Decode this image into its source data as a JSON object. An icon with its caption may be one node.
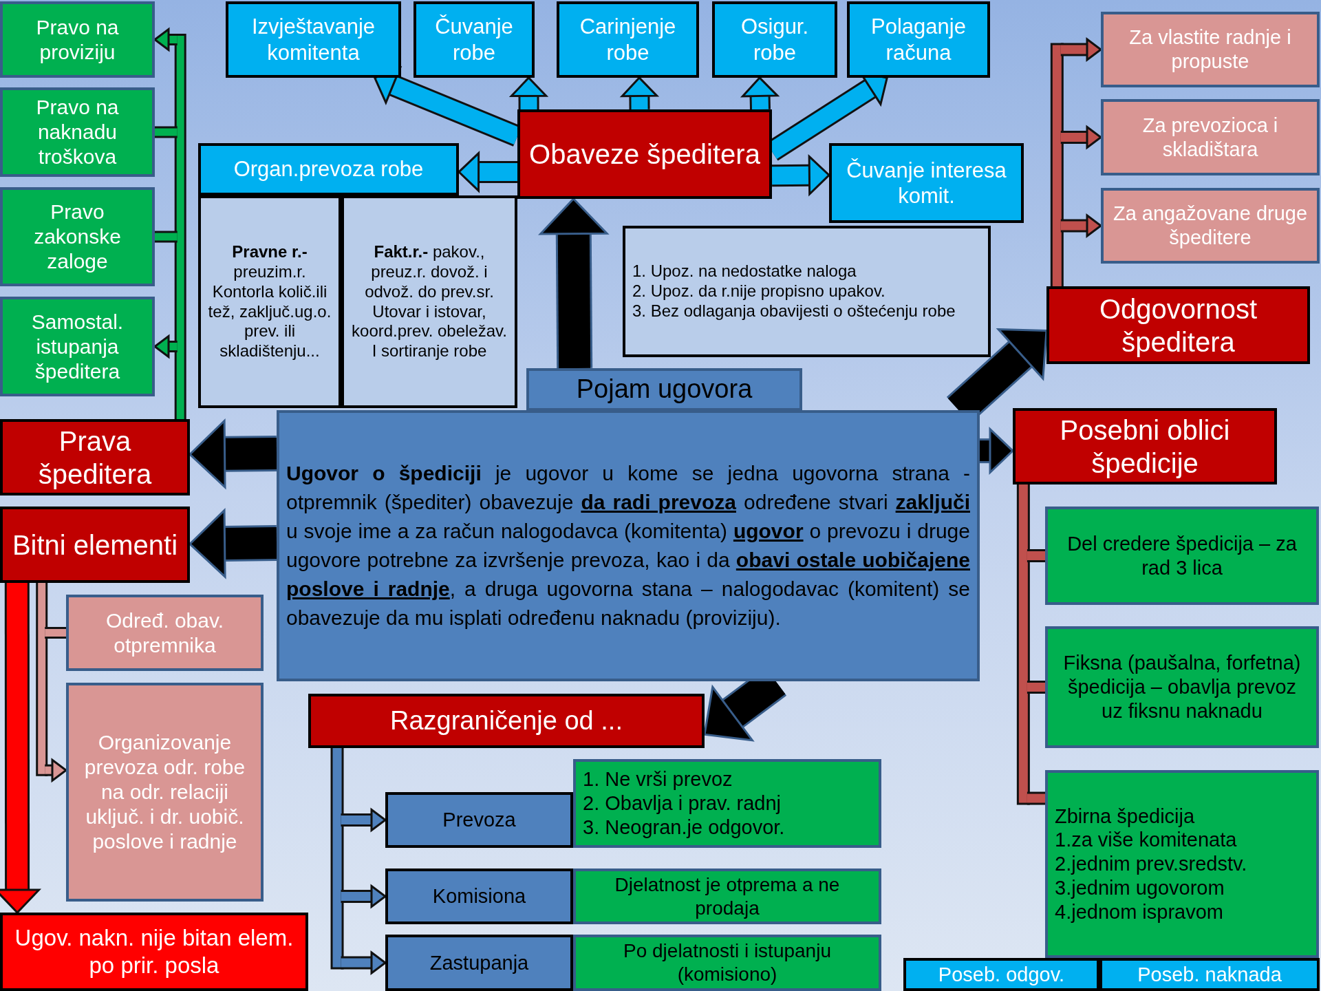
{
  "diagram": {
    "nodes": [
      {
        "text": [
          "Pojam ugovora"
        ]
      },
      {
        "text": [
          "**Ugovor o špediciji** je ugovor u kome se jedna ugovorna strana - otpremnik (špediter) obavezuje **da radi prevoza** određene stvari **zaključi** u svoje ime a za račun nalogodavca (komitenta) **ugovor** o prevozu i druge ugovore potrebne za izvršenje prevoza, kao i da **obavi ostale uobičajene poslove i radnje**, a druga ugovorna stana – nalogodavac (komitent) se obavezuje da mu isplati određenu naknadu (proviziju)."
        ]
      },
      {
        "text": [
          "Obaveze špeditera"
        ]
      },
      {
        "text": [
          "Izvještavanje komitenta"
        ]
      },
      {
        "text": [
          "Čuvanje robe"
        ]
      },
      {
        "text": [
          "Carinjenje robe"
        ]
      },
      {
        "text": [
          "Osigur. robe"
        ]
      },
      {
        "text": [
          "Polaganje računa"
        ]
      },
      {
        "text": [
          "Organ.prevoza robe"
        ]
      },
      {
        "text": [
          "**Pravne r.-** preuzim.r. Kontorla količ.ili tež, zaključ.ug.o. prev. ili skladištenju..."
        ]
      },
      {
        "text": [
          "**Fakt.r.-** pakov., preuz.r. dovož. i odvož. do prev.sr. Utovar i istovar, koord.prev. obeležav. I sortiranje robe"
        ]
      },
      {
        "text": [
          "Čuvanje interesa komit."
        ]
      },
      {
        "text": [
          "1. Upoz. na nedostatke naloga",
          "2. Upoz. da r.nije propisno upakov.",
          "3. Bez odlaganja obavijesti o oštećenju robe"
        ]
      },
      {
        "text": [
          "Odgovornost špeditera"
        ]
      },
      {
        "text": [
          "Za vlastite radnje i propuste"
        ]
      },
      {
        "text": [
          "Za prevozioca i skladištara"
        ]
      },
      {
        "text": [
          "Za angažovane druge špeditere"
        ]
      },
      {
        "text": [
          "Posebni oblici špedicije"
        ]
      },
      {
        "text": [
          "Del credere špedicija – za rad 3 lica"
        ]
      },
      {
        "text": [
          "Fiksna (paušalna, forfetna) špedicija – obavlja prevoz uz fiksnu naknadu"
        ]
      },
      {
        "text": [
          "Zbirna špedicija",
          "1.za više komitenata",
          "2.jednim prev.sredstv.",
          "3.jednim ugovorom",
          "4.jednom ispravom"
        ]
      },
      {
        "text": [
          "Poseb. odgov."
        ]
      },
      {
        "text": [
          "Poseb. naknada"
        ]
      },
      {
        "text": [
          "Prava špeditera"
        ]
      },
      {
        "text": [
          "Pravo na proviziju"
        ]
      },
      {
        "text": [
          "Pravo na naknadu troškova"
        ]
      },
      {
        "text": [
          "Pravo zakonske zaloge"
        ]
      },
      {
        "text": [
          "Samostal. istupanja špeditera"
        ]
      },
      {
        "text": [
          "Bitni elementi"
        ]
      },
      {
        "text": [
          "Određ. obav. otpremnika"
        ]
      },
      {
        "text": [
          "Organizovanje prevoza odr. robe na odr. relaciji uključ. i dr. uobič. poslove i radnje"
        ]
      },
      {
        "text": [
          "Ugov. nakn. nije bitan elem. po prir. posla"
        ]
      },
      {
        "text": [
          "Razgraničenje od ..."
        ]
      },
      {
        "text": [
          "Prevoza"
        ]
      },
      {
        "text": [
          "1. Ne vrši prevoz",
          "2. Obavlja i prav. radnj",
          "3. Neogran.je odgovor."
        ]
      },
      {
        "text": [
          "Komisiona"
        ]
      },
      {
        "text": [
          "Djelatnost je otprema a ne prodaja"
        ]
      },
      {
        "text": [
          "Zastupanja"
        ]
      },
      {
        "text": [
          "Po djelatnosti i istupanju (komisiono)"
        ]
      }
    ],
    "edges": [
      {
        "from": 1,
        "to": 23,
        "arrow": "to",
        "style": "thick",
        "color": "#000000"
      },
      {
        "from": 1,
        "to": 28,
        "arrow": "to",
        "style": "thick",
        "color": "#000000"
      },
      {
        "from": 0,
        "to": 2,
        "arrow": "to",
        "style": "thick",
        "color": "#000000"
      },
      {
        "from": 1,
        "to": 13,
        "arrow": "to",
        "style": "thick",
        "color": "#000000"
      },
      {
        "from": 1,
        "to": 17,
        "arrow": "to",
        "style": "thick",
        "color": "#000000"
      },
      {
        "from": 1,
        "to": 32,
        "arrow": "to",
        "style": "thick",
        "color": "#000000"
      },
      {
        "from": 2,
        "to": 3,
        "arrow": "to",
        "style": "thick",
        "color": "#00b0f0"
      },
      {
        "from": 2,
        "to": 4,
        "arrow": "to",
        "style": "thick",
        "color": "#00b0f0"
      },
      {
        "from": 2,
        "to": 5,
        "arrow": "to",
        "style": "thick",
        "color": "#00b0f0"
      },
      {
        "from": 2,
        "to": 6,
        "arrow": "to",
        "style": "thick",
        "color": "#00b0f0"
      },
      {
        "from": 2,
        "to": 7,
        "arrow": "to",
        "style": "thick",
        "color": "#00b0f0"
      },
      {
        "from": 2,
        "to": 8,
        "arrow": "to",
        "style": "thick",
        "color": "#00b0f0"
      },
      {
        "from": 2,
        "to": 11,
        "arrow": "to",
        "style": "thick",
        "color": "#00b0f0"
      },
      {
        "from": 23,
        "to": 24,
        "arrow": "to",
        "color": "#00b050"
      },
      {
        "from": 23,
        "to": 25,
        "arrow": "none",
        "color": "#00b050"
      },
      {
        "from": 23,
        "to": 26,
        "arrow": "none",
        "color": "#00b050"
      },
      {
        "from": 23,
        "to": 27,
        "arrow": "to",
        "color": "#00b050"
      },
      {
        "from": 28,
        "to": 29,
        "arrow": "none",
        "color": "#d99694"
      },
      {
        "from": 28,
        "to": 30,
        "arrow": "to",
        "color": "#d99694"
      },
      {
        "from": 28,
        "to": 31,
        "arrow": "to",
        "style": "thick",
        "color": "#ff0000"
      },
      {
        "from": 13,
        "to": 14,
        "arrow": "to",
        "color": "#c0504d"
      },
      {
        "from": 13,
        "to": 15,
        "arrow": "to",
        "color": "#c0504d"
      },
      {
        "from": 13,
        "to": 16,
        "arrow": "to",
        "color": "#c0504d"
      },
      {
        "from": 17,
        "to": 18,
        "arrow": "none",
        "color": "#c0504d"
      },
      {
        "from": 17,
        "to": 19,
        "arrow": "none",
        "color": "#c0504d"
      },
      {
        "from": 17,
        "to": 20,
        "arrow": "none",
        "color": "#c0504d"
      },
      {
        "from": 32,
        "to": 33,
        "arrow": "to",
        "color": "#4f81bd"
      },
      {
        "from": 32,
        "to": 35,
        "arrow": "to",
        "color": "#4f81bd"
      },
      {
        "from": 32,
        "to": 37,
        "arrow": "to",
        "color": "#4f81bd"
      }
    ]
  }
}
